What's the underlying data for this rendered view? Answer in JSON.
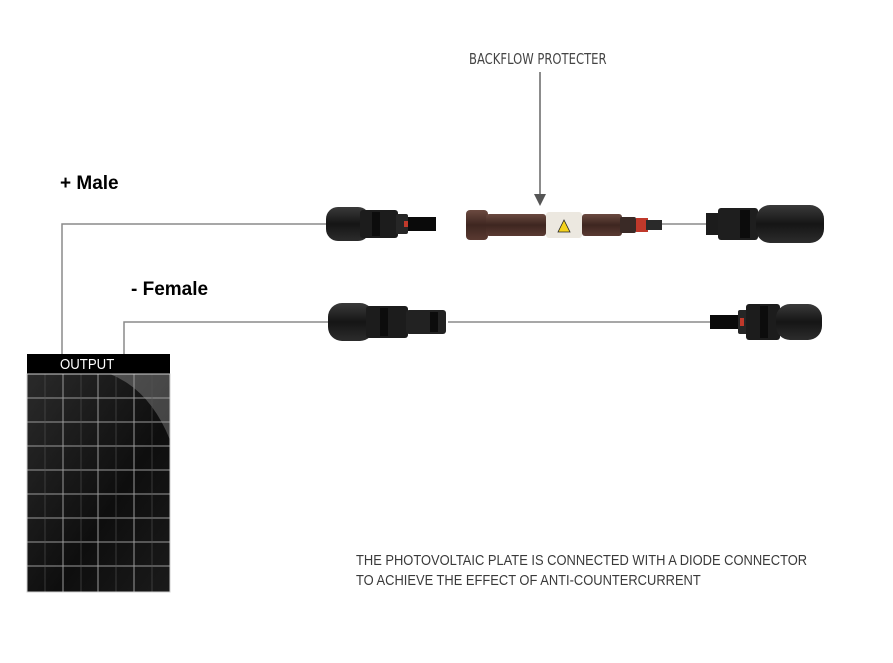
{
  "labels": {
    "male": "+ Male",
    "female": "- Female",
    "backflow": "BACKFLOW PROTECTER",
    "output": "OUTPUT"
  },
  "caption": {
    "line1": "THE PHOTOVOLTAIC PLATE IS CONNECTED WITH A DIODE CONNECTOR",
    "line2": "TO ACHIEVE THE EFFECT OF ANTI-COUNTERCURRENT"
  },
  "colors": {
    "wire": "#8a8a8a",
    "connector": "#1c1c1c",
    "diode_body": "#4a2e26",
    "warning": "#f4d21e",
    "panel": "#111111"
  },
  "icons": {
    "arrow": "arrow-down-icon",
    "warning": "warning-triangle-icon"
  }
}
